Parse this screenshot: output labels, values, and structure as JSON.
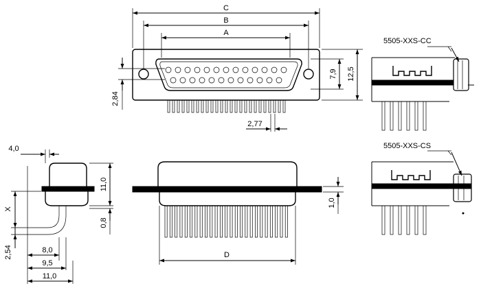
{
  "dimensions": {
    "c": "C",
    "b": "B",
    "a": "A",
    "d": "D",
    "x": "X",
    "h_7_9": "7,9",
    "h_12_5": "12,5",
    "v_2_84": "2,84",
    "pitch_2_77": "2,77",
    "w_4_0": "4,0",
    "h_11_0": "11,0",
    "h_0_8": "0,8",
    "h_1_0": "1,0",
    "v_2_54": "2,54",
    "w_8_0": "8,0",
    "w_9_5": "9,5",
    "w_11_0": "11,0"
  },
  "parts": {
    "cc": "5505-XXS-CC",
    "cs": "5505-XXS-CS"
  }
}
